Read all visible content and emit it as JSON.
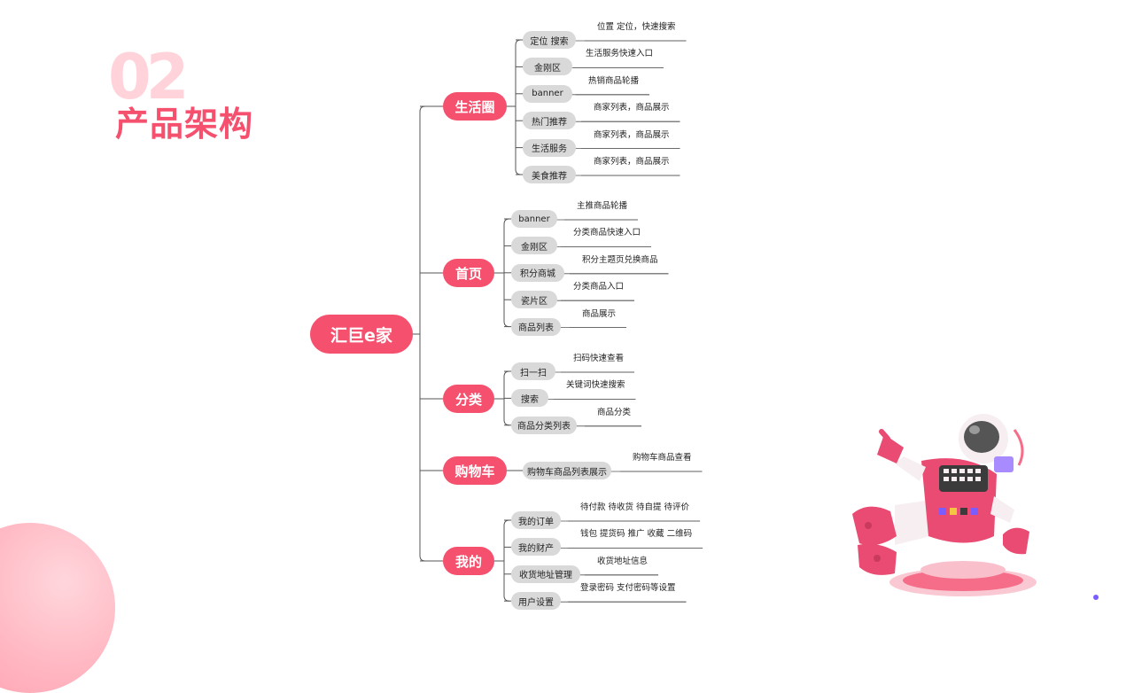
{
  "slide": {
    "number": "02",
    "title": "产品架构"
  },
  "mindmap": {
    "root": "汇巨e家",
    "categories": [
      {
        "label": "生活圈",
        "items": [
          {
            "label": "定位 搜索",
            "desc": "位置 定位，快速搜索"
          },
          {
            "label": "金刚区",
            "desc": "生活服务快速入口"
          },
          {
            "label": "banner",
            "desc": "热销商品轮播"
          },
          {
            "label": "热门推荐",
            "desc": "商家列表，商品展示"
          },
          {
            "label": "生活服务",
            "desc": "商家列表，商品展示"
          },
          {
            "label": "美食推荐",
            "desc": "商家列表，商品展示"
          }
        ]
      },
      {
        "label": "首页",
        "items": [
          {
            "label": "banner",
            "desc": "主推商品轮播"
          },
          {
            "label": "金刚区",
            "desc": "分类商品快速入口"
          },
          {
            "label": "积分商城",
            "desc": "积分主题页兑换商品"
          },
          {
            "label": "瓷片区",
            "desc": "分类商品入口"
          },
          {
            "label": "商品列表",
            "desc": "商品展示"
          }
        ]
      },
      {
        "label": "分类",
        "items": [
          {
            "label": "扫一扫",
            "desc": "扫码快速查看"
          },
          {
            "label": "搜索",
            "desc": "关键词快速搜索"
          },
          {
            "label": "商品分类列表",
            "desc": "商品分类"
          }
        ]
      },
      {
        "label": "购物车",
        "items": [
          {
            "label": "购物车商品列表展示",
            "desc": "购物车商品查看"
          }
        ]
      },
      {
        "label": "我的",
        "items": [
          {
            "label": "我的订单",
            "desc": "待付款 待收货 待自提 待评价"
          },
          {
            "label": "我的财产",
            "desc": "钱包 提货码 推广 收藏 二维码"
          },
          {
            "label": "收货地址管理",
            "desc": "收货地址信息"
          },
          {
            "label": "用户设置",
            "desc": "登录密码 支付密码等设置"
          }
        ]
      }
    ]
  },
  "colors": {
    "accent": "#f5506e",
    "accent_light": "#ffd3d9",
    "leaf_bg": "#d9d9d9",
    "line": "#555555"
  },
  "illustration": {
    "icon": "astronaut-illustration"
  }
}
